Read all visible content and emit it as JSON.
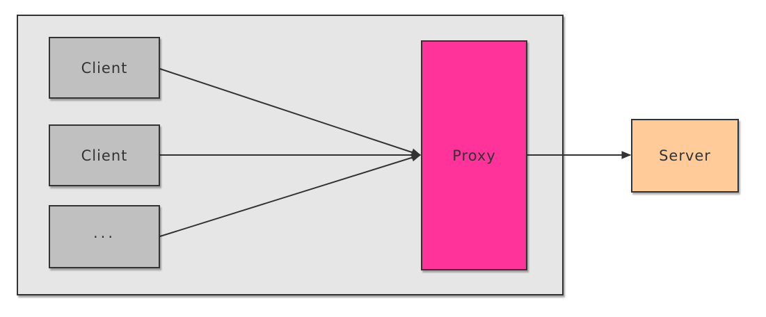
{
  "diagram": {
    "type": "proxy-architecture",
    "nodes": {
      "clients": [
        {
          "label": "Client"
        },
        {
          "label": "Client"
        },
        {
          "label": "..."
        }
      ],
      "proxy": {
        "label": "Proxy"
      },
      "server": {
        "label": "Server"
      }
    },
    "edges": [
      {
        "from": "client-1",
        "to": "proxy"
      },
      {
        "from": "client-2",
        "to": "proxy"
      },
      {
        "from": "client-ellipsis",
        "to": "proxy"
      },
      {
        "from": "proxy",
        "to": "server"
      }
    ],
    "colors": {
      "group_fill": "#e6e6e6",
      "client_fill": "#c0c0c0",
      "proxy_fill": "#ff3399",
      "server_fill": "#ffcc99",
      "border": "#333333",
      "arrow": "#333333",
      "text": "#333333"
    }
  }
}
